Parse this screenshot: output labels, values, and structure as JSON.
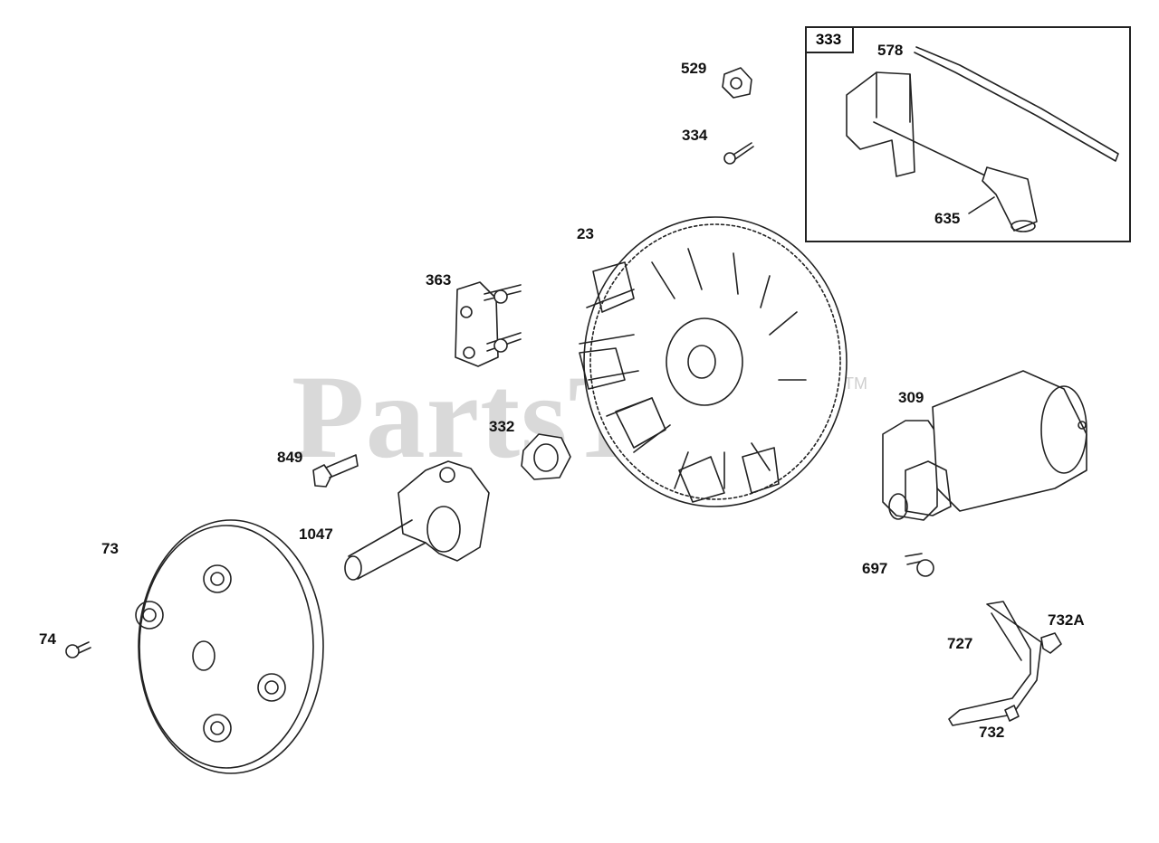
{
  "watermark": {
    "text": "PartsTree",
    "tm": "TM"
  },
  "inset": {
    "label": "333"
  },
  "parts": {
    "p529": "529",
    "p334": "334",
    "p578": "578",
    "p635": "635",
    "p23": "23",
    "p363": "363",
    "p332": "332",
    "p309": "309",
    "p849": "849",
    "p1047": "1047",
    "p73": "73",
    "p74": "74",
    "p697": "697",
    "p727": "727",
    "p732A": "732A",
    "p732": "732"
  }
}
